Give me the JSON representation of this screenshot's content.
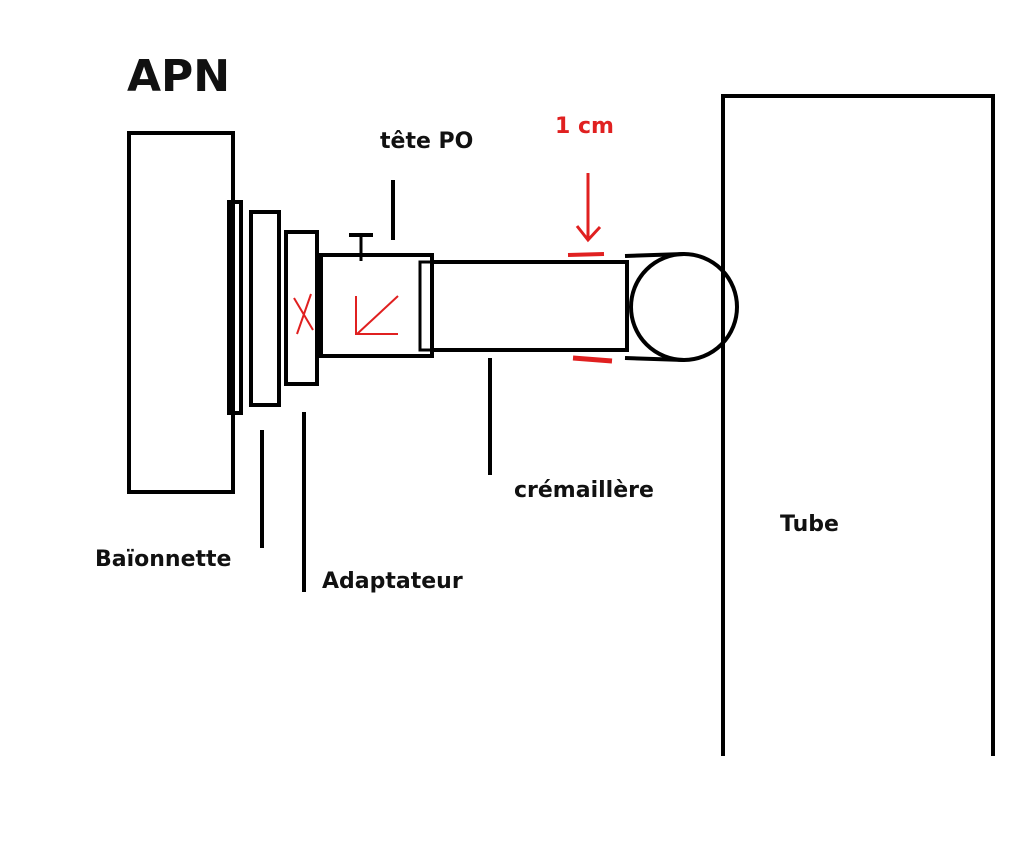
{
  "labels": {
    "apn": "APN",
    "tete_po": "tête PO",
    "measure": "1 cm",
    "cremaillere": "crémaillère",
    "baionnette": "Baïonnette",
    "adaptateur": "Adaptateur",
    "tube": "Tube"
  },
  "colors": {
    "background": "#ffffff",
    "line": "#000000",
    "annotation": "#e02020",
    "label_text": "#111111"
  }
}
